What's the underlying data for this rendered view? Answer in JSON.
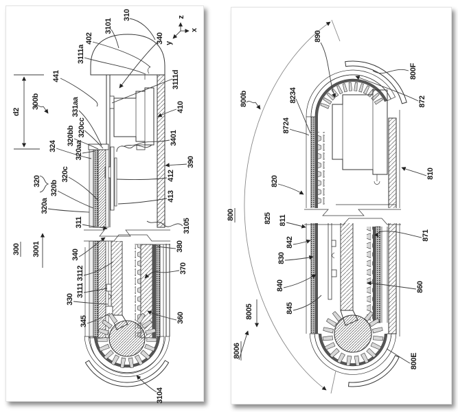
{
  "page": {
    "background": "#ffffff"
  },
  "colors": {
    "ink": "#1c1c1c",
    "line": "#3a3a3a",
    "hatch": "#777777",
    "shadow": "rgba(0,0,0,0.45)"
  },
  "panels": {
    "left": {
      "labels": {
        "310": "310",
        "3101": "3101",
        "402": "402",
        "3111a": "3111a",
        "340": "340",
        "3111d": "3111d",
        "441": "441",
        "300b": "300b",
        "d2": "d2",
        "410": "410",
        "331aa": "331aa",
        "320cc": "320cc",
        "320bb": "320bb",
        "320aa": "320aa",
        "324": "324",
        "3401": "3401",
        "390": "390",
        "412": "412",
        "413": "413",
        "320": "320",
        "320c": "320c",
        "320b": "320b",
        "320a": "320a",
        "311": "311",
        "3105": "3105",
        "300": "300",
        "3001": "3001",
        "3112": "3112",
        "3111": "3111",
        "330": "330",
        "345": "345",
        "380": "380",
        "370": "370",
        "360": "360",
        "3104": "3104"
      },
      "axis": {
        "z": "z",
        "x": "x",
        "y": "y"
      }
    },
    "right": {
      "labels": {
        "890": "890",
        "800F": "800F",
        "800b": "800b",
        "8234": "8234",
        "872": "872",
        "8724": "8724",
        "820": "820",
        "810": "810",
        "800": "800",
        "825": "825",
        "811": "811",
        "842": "842",
        "830": "830",
        "840": "840",
        "845": "845",
        "871": "871",
        "860": "860",
        "8005": "8005",
        "8006": "8006",
        "800E": "800E"
      }
    }
  }
}
